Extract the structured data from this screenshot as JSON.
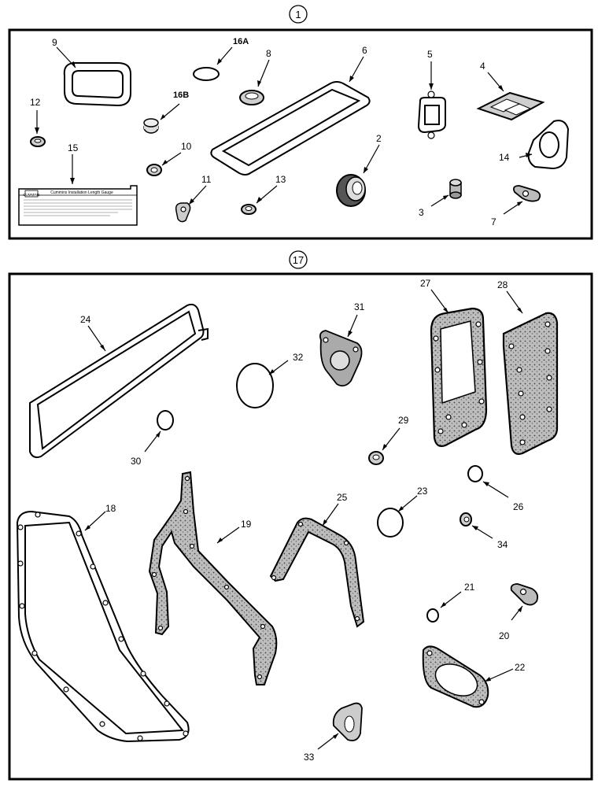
{
  "kits": [
    {
      "number": "1"
    },
    {
      "number": "17"
    }
  ],
  "kit1_parts": {
    "p16A": "16A",
    "p16B": "16B",
    "p9": "9",
    "p8": "8",
    "p6": "6",
    "p5": "5",
    "p4": "4",
    "p12": "12",
    "p10": "10",
    "p15": "15",
    "p2": "2",
    "p14": "14",
    "p11": "11",
    "p13": "13",
    "p3": "3",
    "p7": "7"
  },
  "gauge_card": {
    "title": "Cummins Installation Length Gauge",
    "badge": "CUMMINS"
  },
  "kit17_parts": {
    "p24": "24",
    "p31": "31",
    "p27": "27",
    "p28": "28",
    "p32": "32",
    "p30": "30",
    "p29": "29",
    "p26": "26",
    "p18": "18",
    "p19": "19",
    "p25": "25",
    "p23": "23",
    "p34": "34",
    "p21": "21",
    "p20": "20",
    "p22": "22",
    "p33": "33"
  }
}
